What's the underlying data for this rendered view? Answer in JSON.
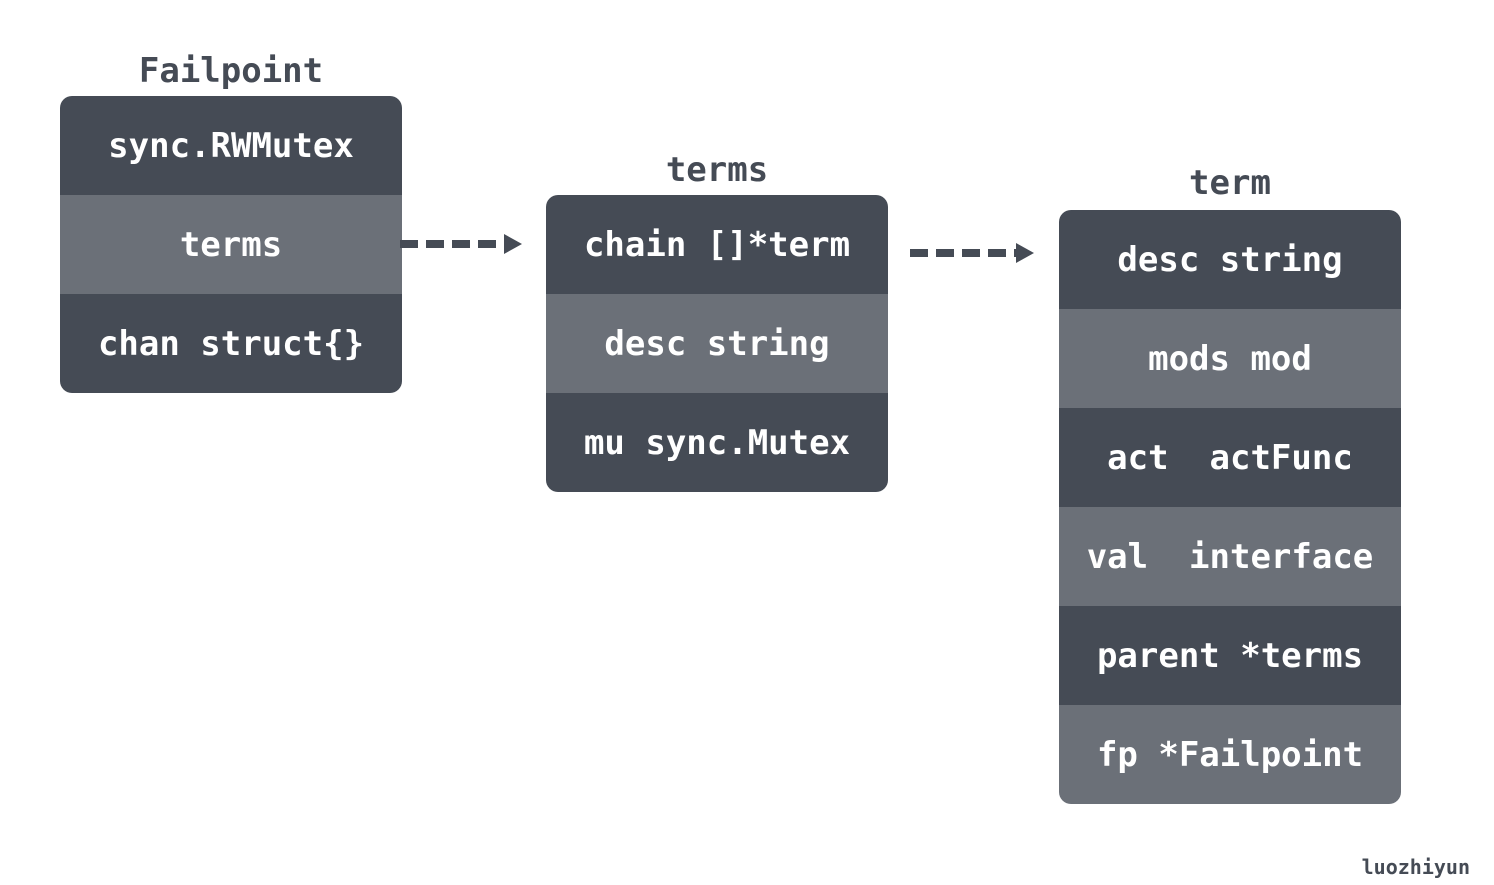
{
  "structs": [
    {
      "name": "Failpoint",
      "fields": [
        "sync.RWMutex",
        "terms",
        "chan struct{}"
      ]
    },
    {
      "name": "terms",
      "fields": [
        "chain []*term",
        "desc string",
        "mu sync.Mutex"
      ]
    },
    {
      "name": "term",
      "fields": [
        "desc string",
        "mods mod",
        "act  actFunc",
        "val  interface",
        "parent *terms",
        "fp *Failpoint"
      ]
    }
  ],
  "watermark": "luozhiyun",
  "colors": {
    "dark_row": "#454b55",
    "light_row": "#6b7078",
    "title": "#454b55",
    "arrow": "#454b55"
  }
}
